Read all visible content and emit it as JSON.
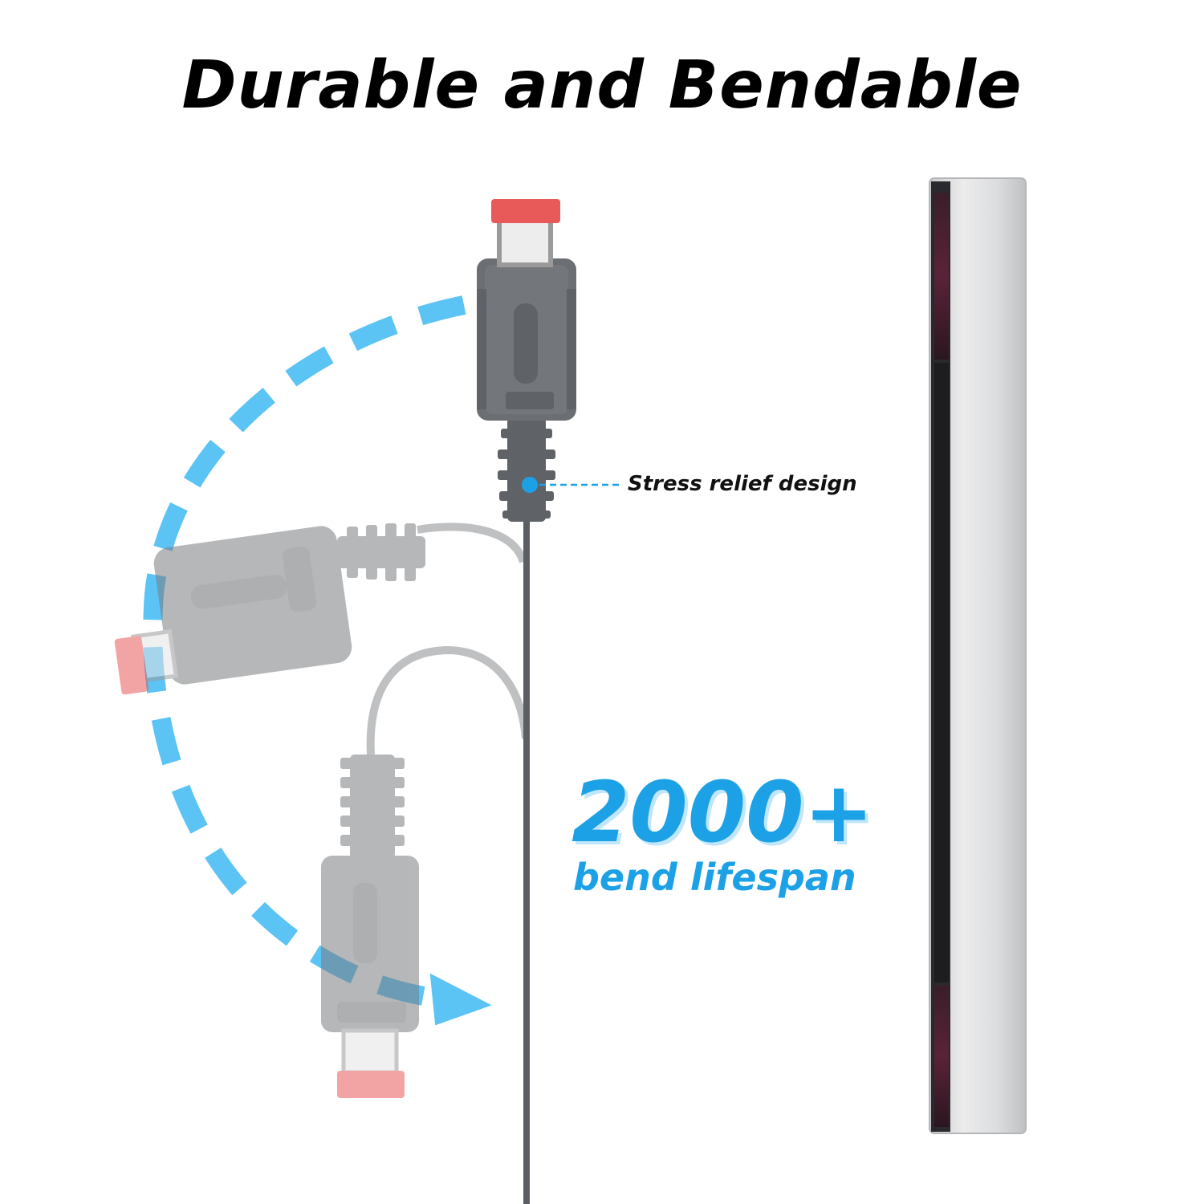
{
  "headline": "Durable and Bendable",
  "callout": {
    "label": "Stress relief design"
  },
  "feature": {
    "value": "2000+",
    "label": "bend lifespan"
  },
  "colors": {
    "accent": "#1da1e6",
    "arrow": "#5cc3f5",
    "connector_body": "#6b6e72",
    "connector_tip": "#e85a5a",
    "sensor_bar": "#d9dadc",
    "sensor_window": "#2a1620"
  },
  "icons": {
    "connector": "sensor-cable-plug-icon",
    "bend_arrow": "curved-dashed-arrow-icon",
    "sensor_bar": "sensor-bar-icon"
  }
}
